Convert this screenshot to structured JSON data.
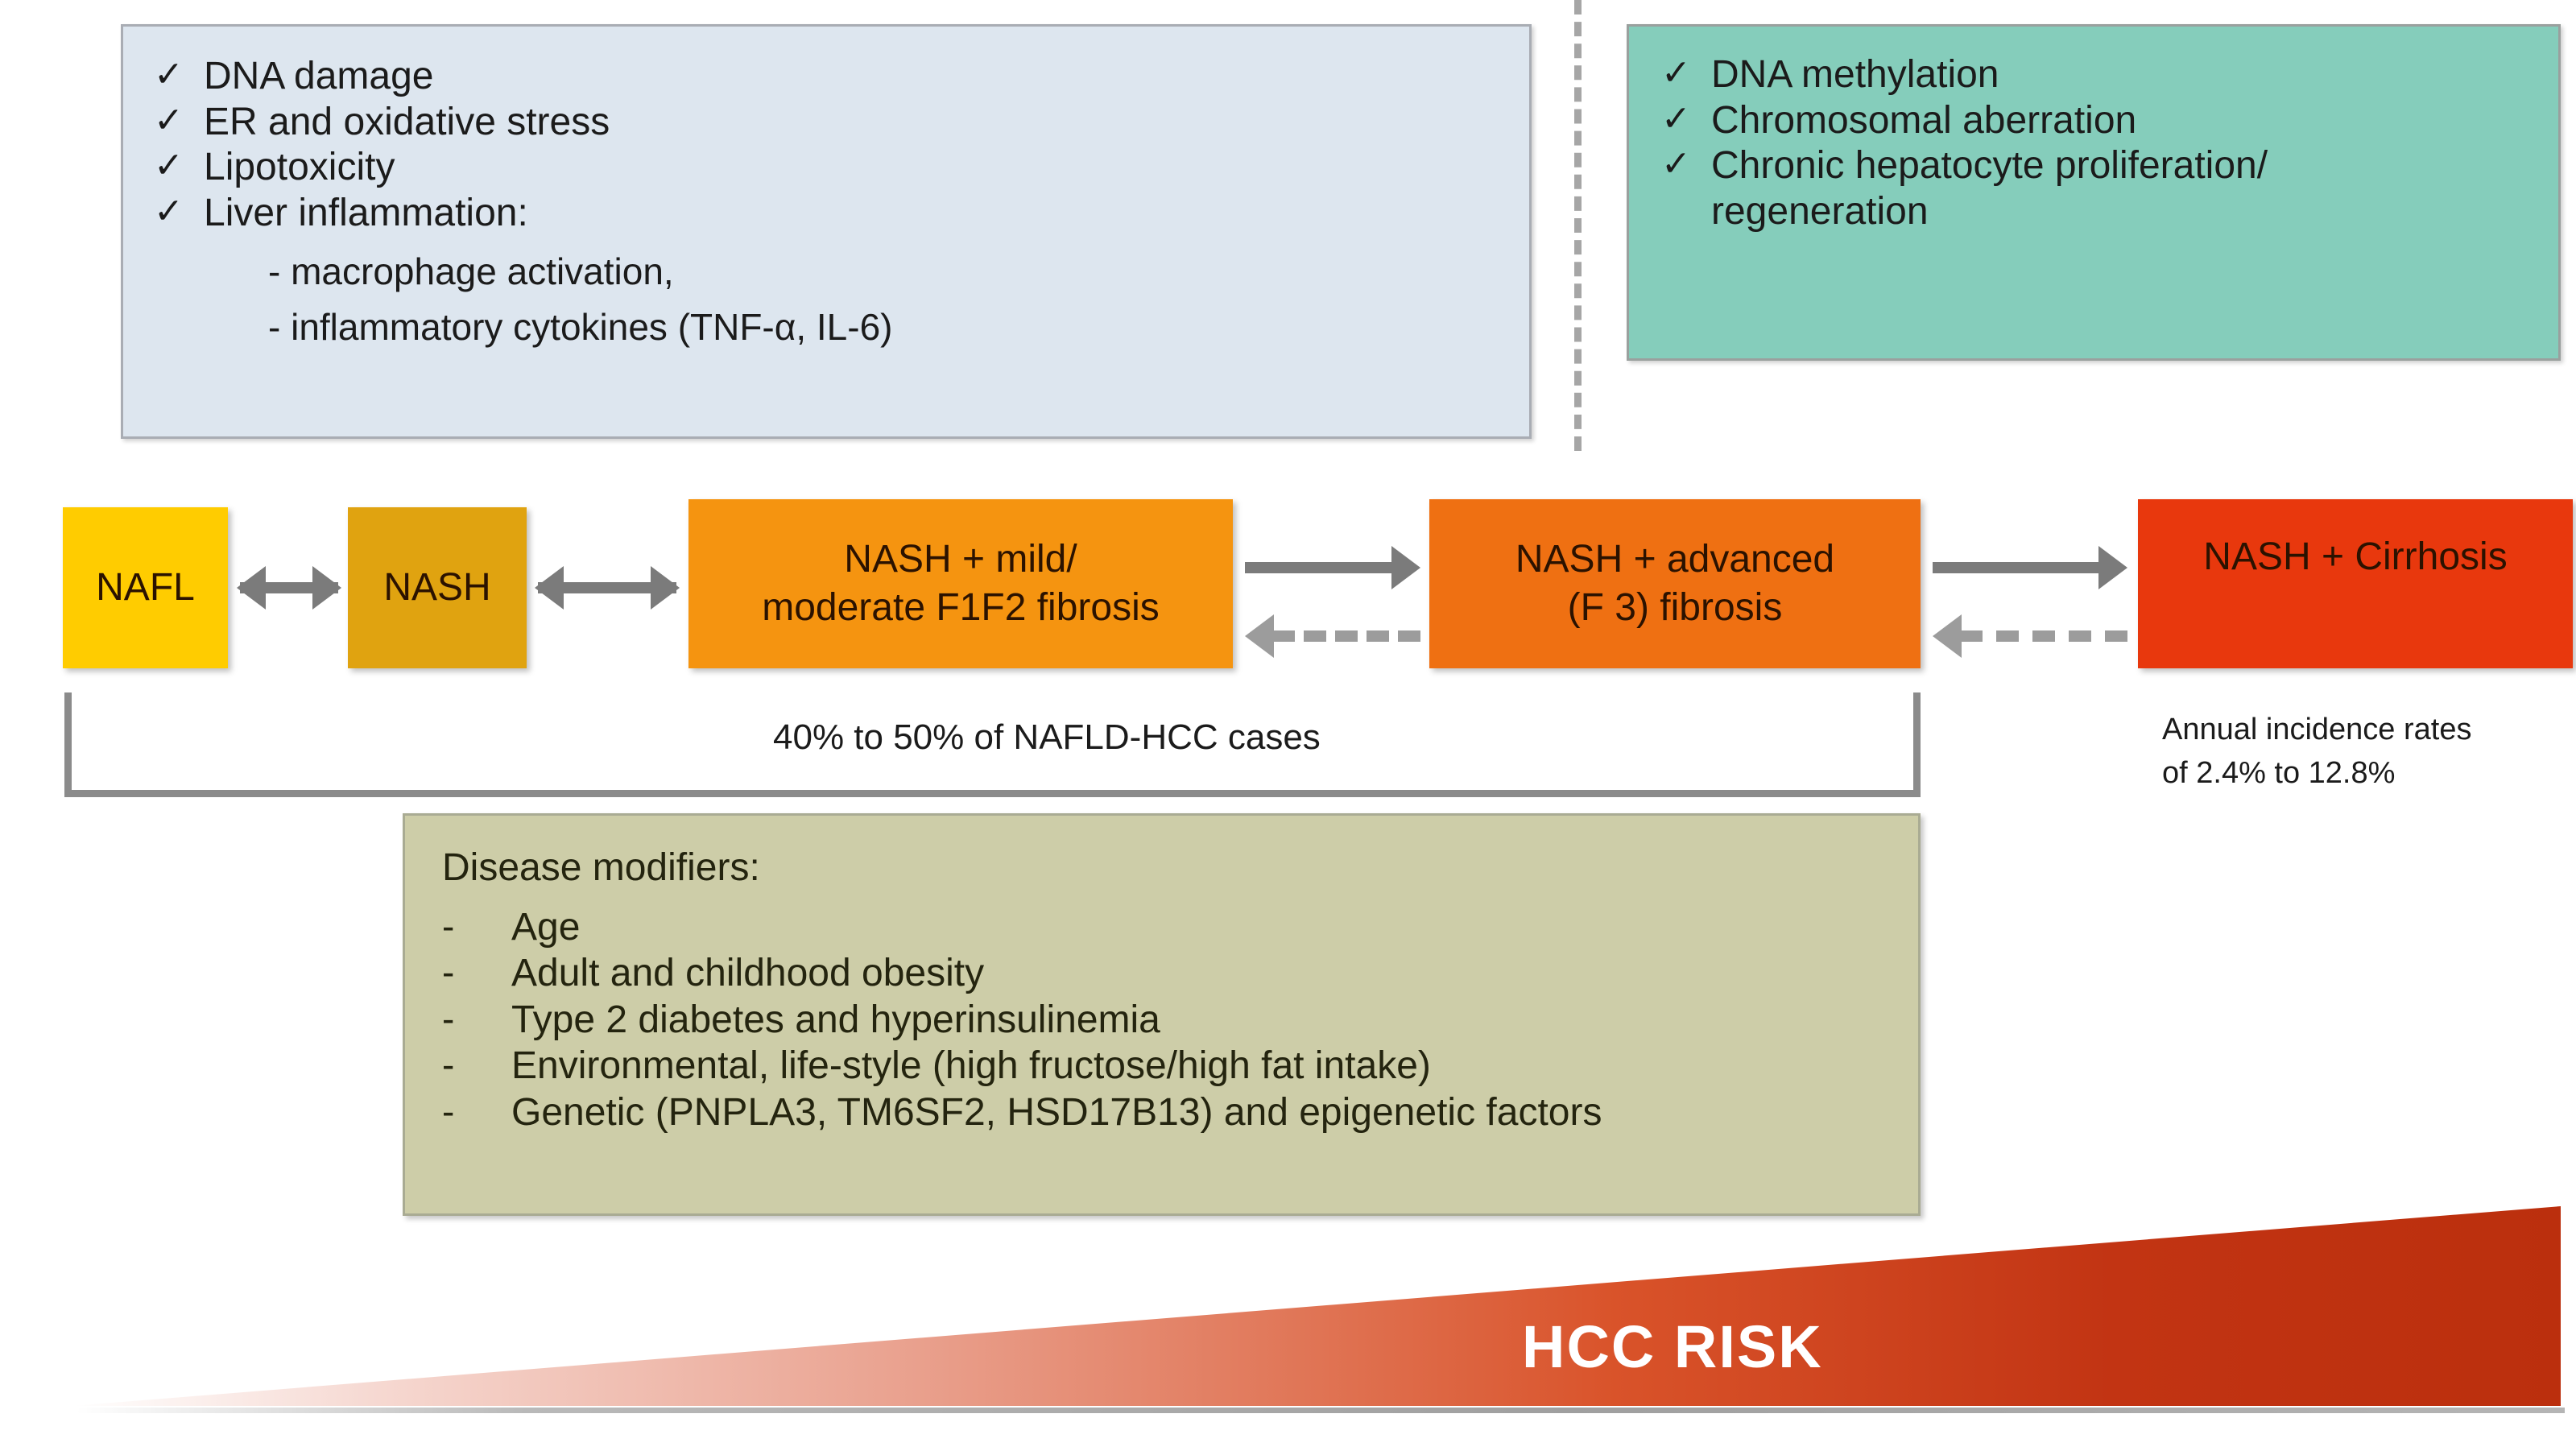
{
  "diagram": {
    "title": "NAFLD to HCC progression",
    "colors": {
      "panel_blue": "#dde6ef",
      "panel_teal": "#85cdbb",
      "panel_olive": "#cdcda8",
      "stage_nafl": "#ffcc00",
      "stage_nash": "#e0a310",
      "stage_f1f2": "#f59410",
      "stage_f3": "#ef7012",
      "stage_cirrhosis": "#e8380d",
      "risk_gradient_end": "#bb2f0d",
      "arrow_gray": "#7b7b7b"
    }
  },
  "left_panel": {
    "check_icon": "check-icon",
    "items": [
      "DNA damage",
      "ER and oxidative stress",
      "Lipotoxicity",
      "Liver inflammation:"
    ],
    "subitems": [
      "-  macrophage activation,",
      "-  inflammatory cytokines (TNF-α, IL-6)"
    ]
  },
  "right_panel": {
    "check_icon": "check-icon",
    "items": [
      "DNA methylation",
      "Chromosomal aberration",
      "Chronic hepatocyte proliferation/"
    ],
    "continuation": "regeneration"
  },
  "stages": [
    {
      "id": "nafl",
      "label": "NAFL",
      "color": "#ffcc00"
    },
    {
      "id": "nash",
      "label": "NASH",
      "color": "#e0a310"
    },
    {
      "id": "f1f2",
      "label": "NASH + mild/\nmoderate F1F2 fibrosis",
      "line1": "NASH + mild/",
      "line2": "moderate F1F2 fibrosis",
      "color": "#f59410"
    },
    {
      "id": "f3",
      "label": "NASH + advanced\n(F 3) fibrosis",
      "line1": "NASH + advanced",
      "line2": "(F 3) fibrosis",
      "color": "#ef7012"
    },
    {
      "id": "cirrhosis",
      "label": "NASH + Cirrhosis",
      "color": "#e8380d"
    }
  ],
  "arrows": [
    {
      "id": "nafl-nash",
      "type": "double",
      "style": "solid"
    },
    {
      "id": "nash-f1f2",
      "type": "double",
      "style": "solid"
    },
    {
      "id": "f1f2-f3-forward",
      "type": "single-right",
      "style": "solid"
    },
    {
      "id": "f3-f1f2-back",
      "type": "single-left",
      "style": "dashed"
    },
    {
      "id": "f3-cirr-forward",
      "type": "single-right",
      "style": "solid"
    },
    {
      "id": "cirr-f3-back",
      "type": "single-left",
      "style": "dashed"
    }
  ],
  "bracket_caption": "40% to 50% of NAFLD-HCC cases",
  "incidence_note": {
    "line1": "Annual incidence rates",
    "line2": "of 2.4% to 12.8%"
  },
  "modifiers_panel": {
    "heading": "Disease modifiers:",
    "bullet": "-",
    "items": [
      "Age",
      "Adult and childhood obesity",
      "Type 2 diabetes and hyperinsulinemia",
      "Environmental, life-style (high fructose/high fat intake)",
      "Genetic (PNPLA3, TM6SF2, HSD17B13) and epigenetic factors"
    ]
  },
  "risk_banner": {
    "label": "HCC  RISK"
  }
}
